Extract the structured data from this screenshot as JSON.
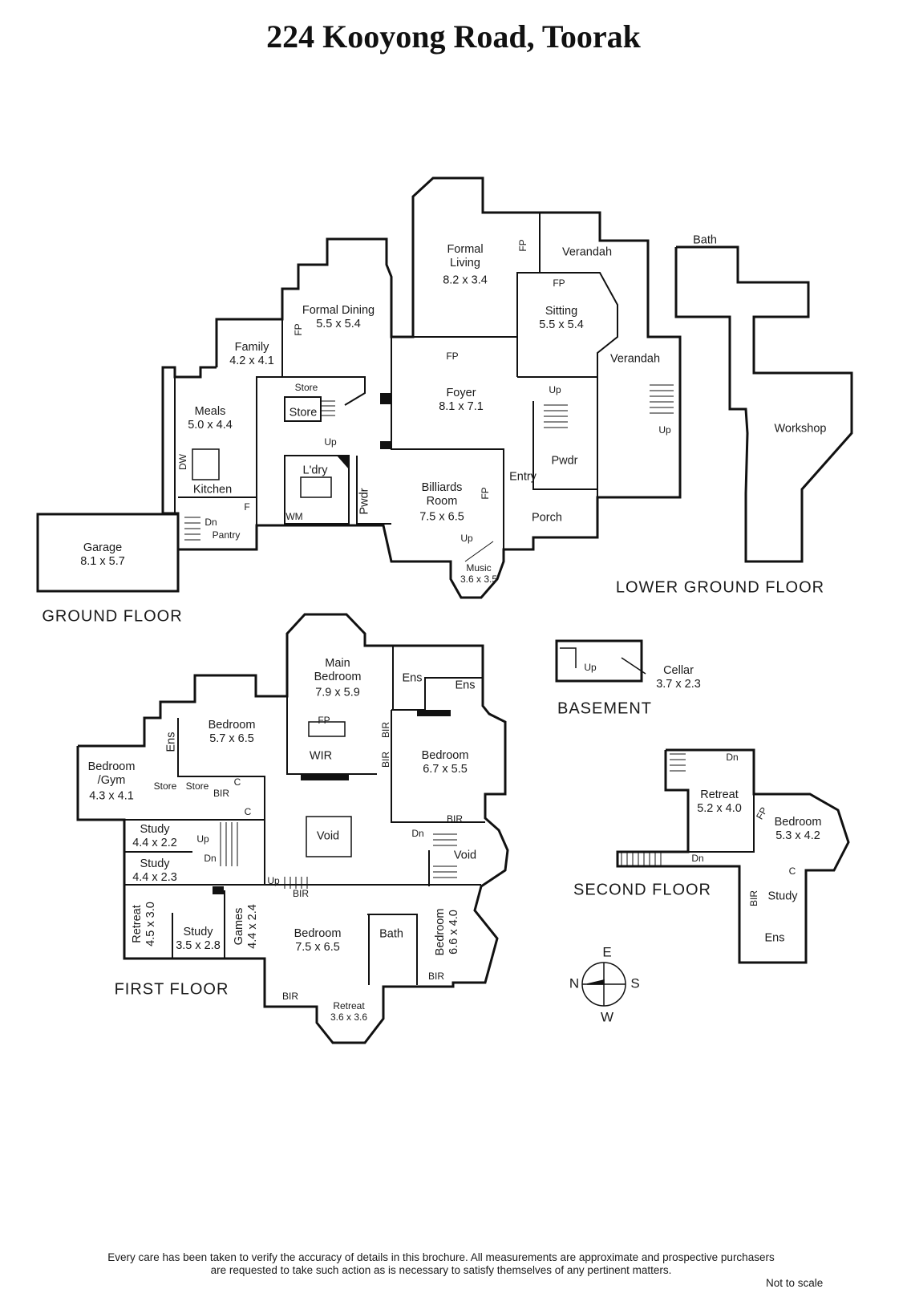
{
  "title": "224 Kooyong Road, Toorak",
  "ground_floor": {
    "heading": "GROUND FLOOR",
    "rooms": [
      {
        "name": "Formal",
        "size": "Living"
      },
      {
        "name": "8.2 x 3.4",
        "size": ""
      },
      {
        "name": "Formal Dining",
        "size": "5.5 x 5.4"
      },
      {
        "name": "Family",
        "size": "4.2 x 4.1"
      },
      {
        "name": "Sitting",
        "size": "5.5 x 5.4"
      },
      {
        "name": "Foyer",
        "size": "8.1 x 7.1"
      },
      {
        "name": "Meals",
        "size": "5.0 x 4.4"
      },
      {
        "name": "Kitchen",
        "size": ""
      },
      {
        "name": "L'dry",
        "size": ""
      },
      {
        "name": "Billiards",
        "size": "Room"
      },
      {
        "name": "7.5 x 6.5",
        "size": ""
      },
      {
        "name": "Garage",
        "size": "8.1 x 5.7"
      },
      {
        "name": "Music",
        "size": "3.6 x 3.5"
      },
      {
        "name": "Porch",
        "size": ""
      },
      {
        "name": "Entry",
        "size": ""
      },
      {
        "name": "Pantry",
        "size": ""
      }
    ],
    "small": {
      "verandah_1": "Verandah",
      "verandah_2": "Verandah",
      "fp": "FP",
      "store": "Store",
      "up": "Up",
      "dn": "Dn",
      "dw": "DW",
      "f": "F",
      "wm": "WM",
      "pwdr": "Pwdr"
    }
  },
  "lower_ground_floor": {
    "heading": "LOWER GROUND FLOOR",
    "bath": "Bath",
    "workshop": "Workshop"
  },
  "basement": {
    "heading": "BASEMENT",
    "up": "Up",
    "cellar": "Cellar",
    "cellar_size": "3.7 x 2.3"
  },
  "first_floor": {
    "heading": "FIRST FLOOR",
    "rooms": [
      {
        "name": "Main",
        "size": "Bedroom"
      },
      {
        "name": "7.9 x 5.9",
        "size": ""
      },
      {
        "name": "Bedroom",
        "size": "5.7 x 6.5"
      },
      {
        "name": "Bedroom",
        "size": "6.7 x 5.5"
      },
      {
        "name": "Bedroom",
        "size": "/Gym"
      },
      {
        "name": "4.3 x 4.1",
        "size": ""
      },
      {
        "name": "Study",
        "size": "4.4 x 2.2"
      },
      {
        "name": "Study",
        "size": "4.4 x 2.3"
      },
      {
        "name": "Retreat",
        "size": "4.5 x 3.0"
      },
      {
        "name": "Study",
        "size": "3.5 x 2.8"
      },
      {
        "name": "Games",
        "size": "4.4 x 2.4"
      },
      {
        "name": "Bedroom",
        "size": "7.5 x 6.5"
      },
      {
        "name": "Bedroom",
        "size": "6.6 x 4.0"
      },
      {
        "name": "Retreat",
        "size": "3.6 x 3.6"
      }
    ],
    "small": {
      "ens": "Ens",
      "fp": "FP",
      "wir": "WIR",
      "bir": "BIR",
      "store": "Store",
      "c": "C",
      "void": "Void",
      "up": "Up",
      "dn": "Dn",
      "bath": "Bath"
    }
  },
  "second_floor": {
    "heading": "SECOND FLOOR",
    "rooms": [
      {
        "name": "Retreat",
        "size": "5.2 x 4.0"
      },
      {
        "name": "Bedroom",
        "size": "5.3 x 4.2"
      }
    ],
    "small": {
      "dn": "Dn",
      "fp": "FP",
      "c": "C",
      "bir": "BIR",
      "study": "Study",
      "ens": "Ens"
    }
  },
  "compass": {
    "e": "E",
    "n": "N",
    "s": "S",
    "w": "W"
  },
  "disclaimer": {
    "line1": "Every care has been taken to verify the accuracy of details in this brochure.  All measurements are approximate and prospective purchasers",
    "line2": "are requested to take such action as is necessary to satisfy themselves of any pertinent matters.",
    "not_to_scale": "Not to scale"
  }
}
